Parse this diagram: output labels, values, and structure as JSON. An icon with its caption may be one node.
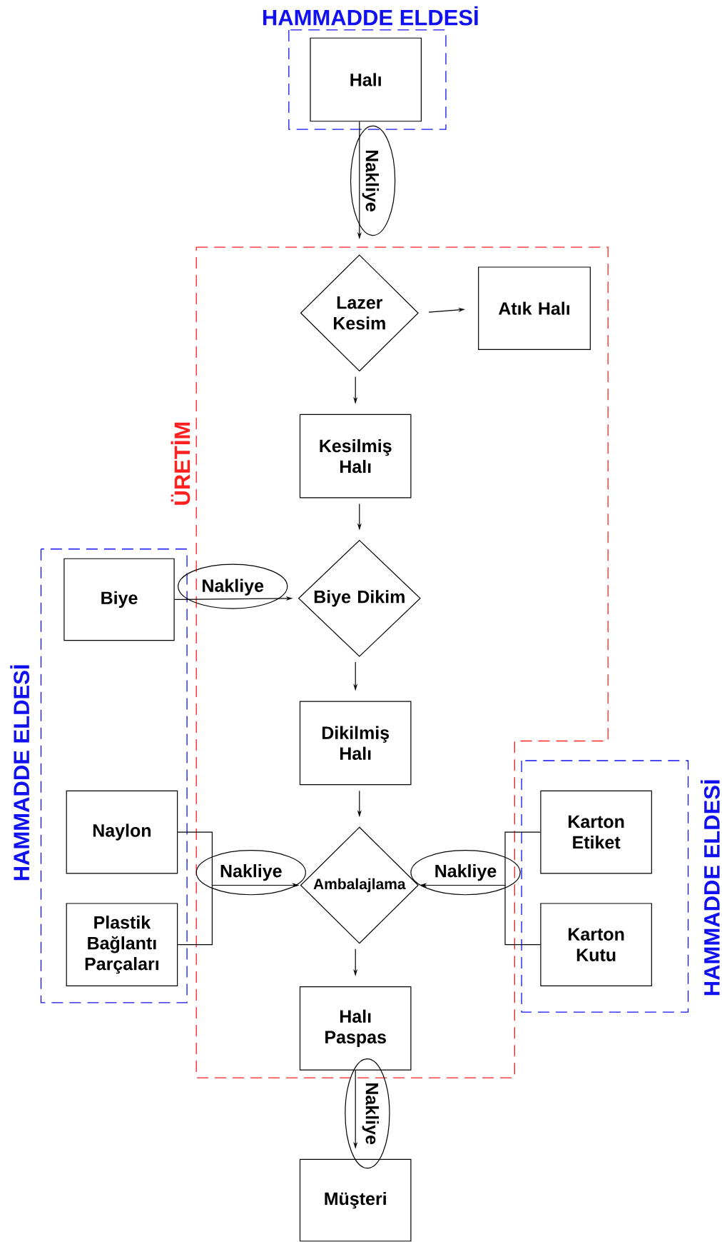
{
  "diagram": {
    "nodes": [
      {
        "text": [
          "HAMMADDE ELDESİ"
        ]
      },
      {
        "text": [
          "Halı"
        ],
        "in": 0
      },
      {
        "text": [
          "ÜRETİM"
        ]
      },
      {
        "text": [
          "Lazer Kesim"
        ],
        "in": 2
      },
      {
        "text": [
          "Atık Halı"
        ],
        "in": 2
      },
      {
        "text": [
          "Kesilmiş Halı"
        ],
        "in": 2
      },
      {
        "text": [
          "Biye Dikim"
        ],
        "in": 2
      },
      {
        "text": [
          "Dikilmiş Halı"
        ],
        "in": 2
      },
      {
        "text": [
          "Ambalajlama"
        ],
        "in": 2
      },
      {
        "text": [
          "Halı Paspas"
        ],
        "in": 2
      },
      {
        "text": [
          "HAMMADDE ELDESİ"
        ]
      },
      {
        "text": [
          "Biye"
        ],
        "in": 10
      },
      {
        "text": [
          "Naylon"
        ],
        "in": 10
      },
      {
        "text": [
          "Plastik Bağlantı Parçaları"
        ],
        "in": 10
      },
      {
        "text": [
          "HAMMADDE ELDESİ"
        ]
      },
      {
        "text": [
          "Karton Etiket"
        ],
        "in": 14
      },
      {
        "text": [
          "Karton Kutu"
        ],
        "in": 14
      },
      {
        "text": [
          "Müşteri"
        ]
      }
    ],
    "edges": [
      {
        "from": 1,
        "to": 3,
        "arrow": "to",
        "label": "Nakliye"
      },
      {
        "from": 3,
        "to": 4,
        "arrow": "to"
      },
      {
        "from": 3,
        "to": 5,
        "arrow": "to"
      },
      {
        "from": 5,
        "to": 6,
        "arrow": "to"
      },
      {
        "from": 11,
        "to": 6,
        "arrow": "to",
        "label": "Nakliye"
      },
      {
        "from": 6,
        "to": 7,
        "arrow": "to"
      },
      {
        "from": 7,
        "to": 8,
        "arrow": "to"
      },
      {
        "from": 12,
        "to": 8,
        "arrow": "to",
        "label": "Nakliye"
      },
      {
        "from": 13,
        "to": 8,
        "arrow": "to"
      },
      {
        "from": 15,
        "to": 8,
        "arrow": "to",
        "label": "Nakliye"
      },
      {
        "from": 16,
        "to": 8,
        "arrow": "to"
      },
      {
        "from": 8,
        "to": 9,
        "arrow": "to"
      },
      {
        "from": 9,
        "to": 17,
        "arrow": "to",
        "label": "Nakliye"
      }
    ]
  }
}
